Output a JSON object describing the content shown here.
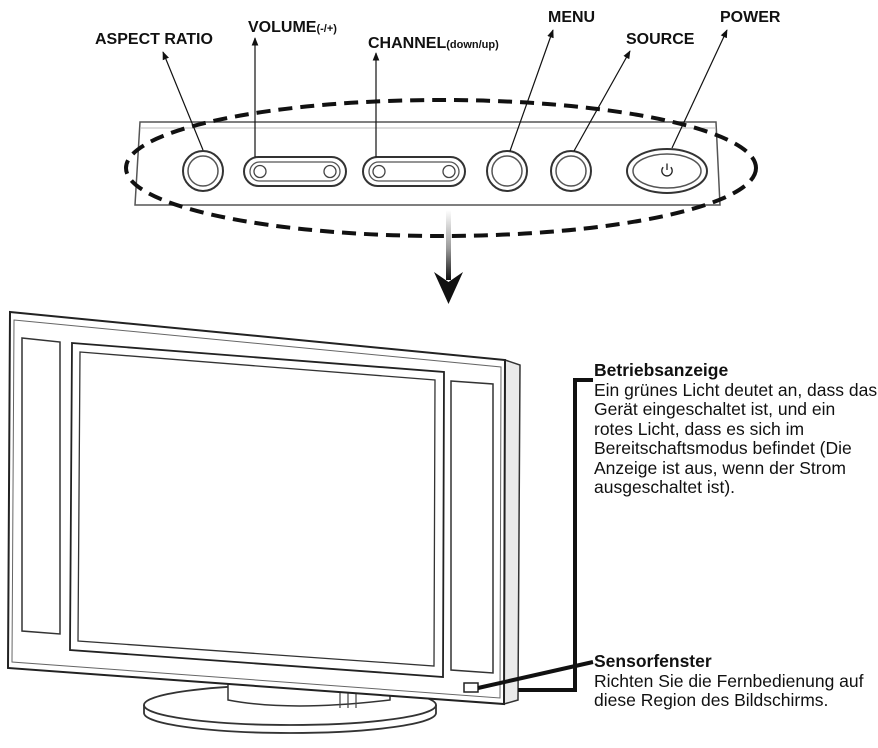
{
  "control_panel": {
    "labels": {
      "aspect_ratio": "ASPECT RATIO",
      "volume": "VOLUME",
      "volume_sub": "(-/+)",
      "channel": "CHANNEL",
      "channel_sub": "(down/up)",
      "menu": "MENU",
      "source": "SOURCE",
      "power": "POWER"
    }
  },
  "callouts": {
    "power_indicator": {
      "title": "Betriebsanzeige",
      "text": "Ein grünes Licht deutet an, dass das Gerät eingeschaltet ist, und ein rotes Licht, dass es sich im Bereitschaftsmodus befindet (Die Anzeige ist aus, wenn der Strom ausgeschaltet ist)."
    },
    "sensor_window": {
      "title": "Sensorfenster",
      "text": "Richten Sie die Fernbedienung auf diese Region des Bildschirms."
    }
  }
}
